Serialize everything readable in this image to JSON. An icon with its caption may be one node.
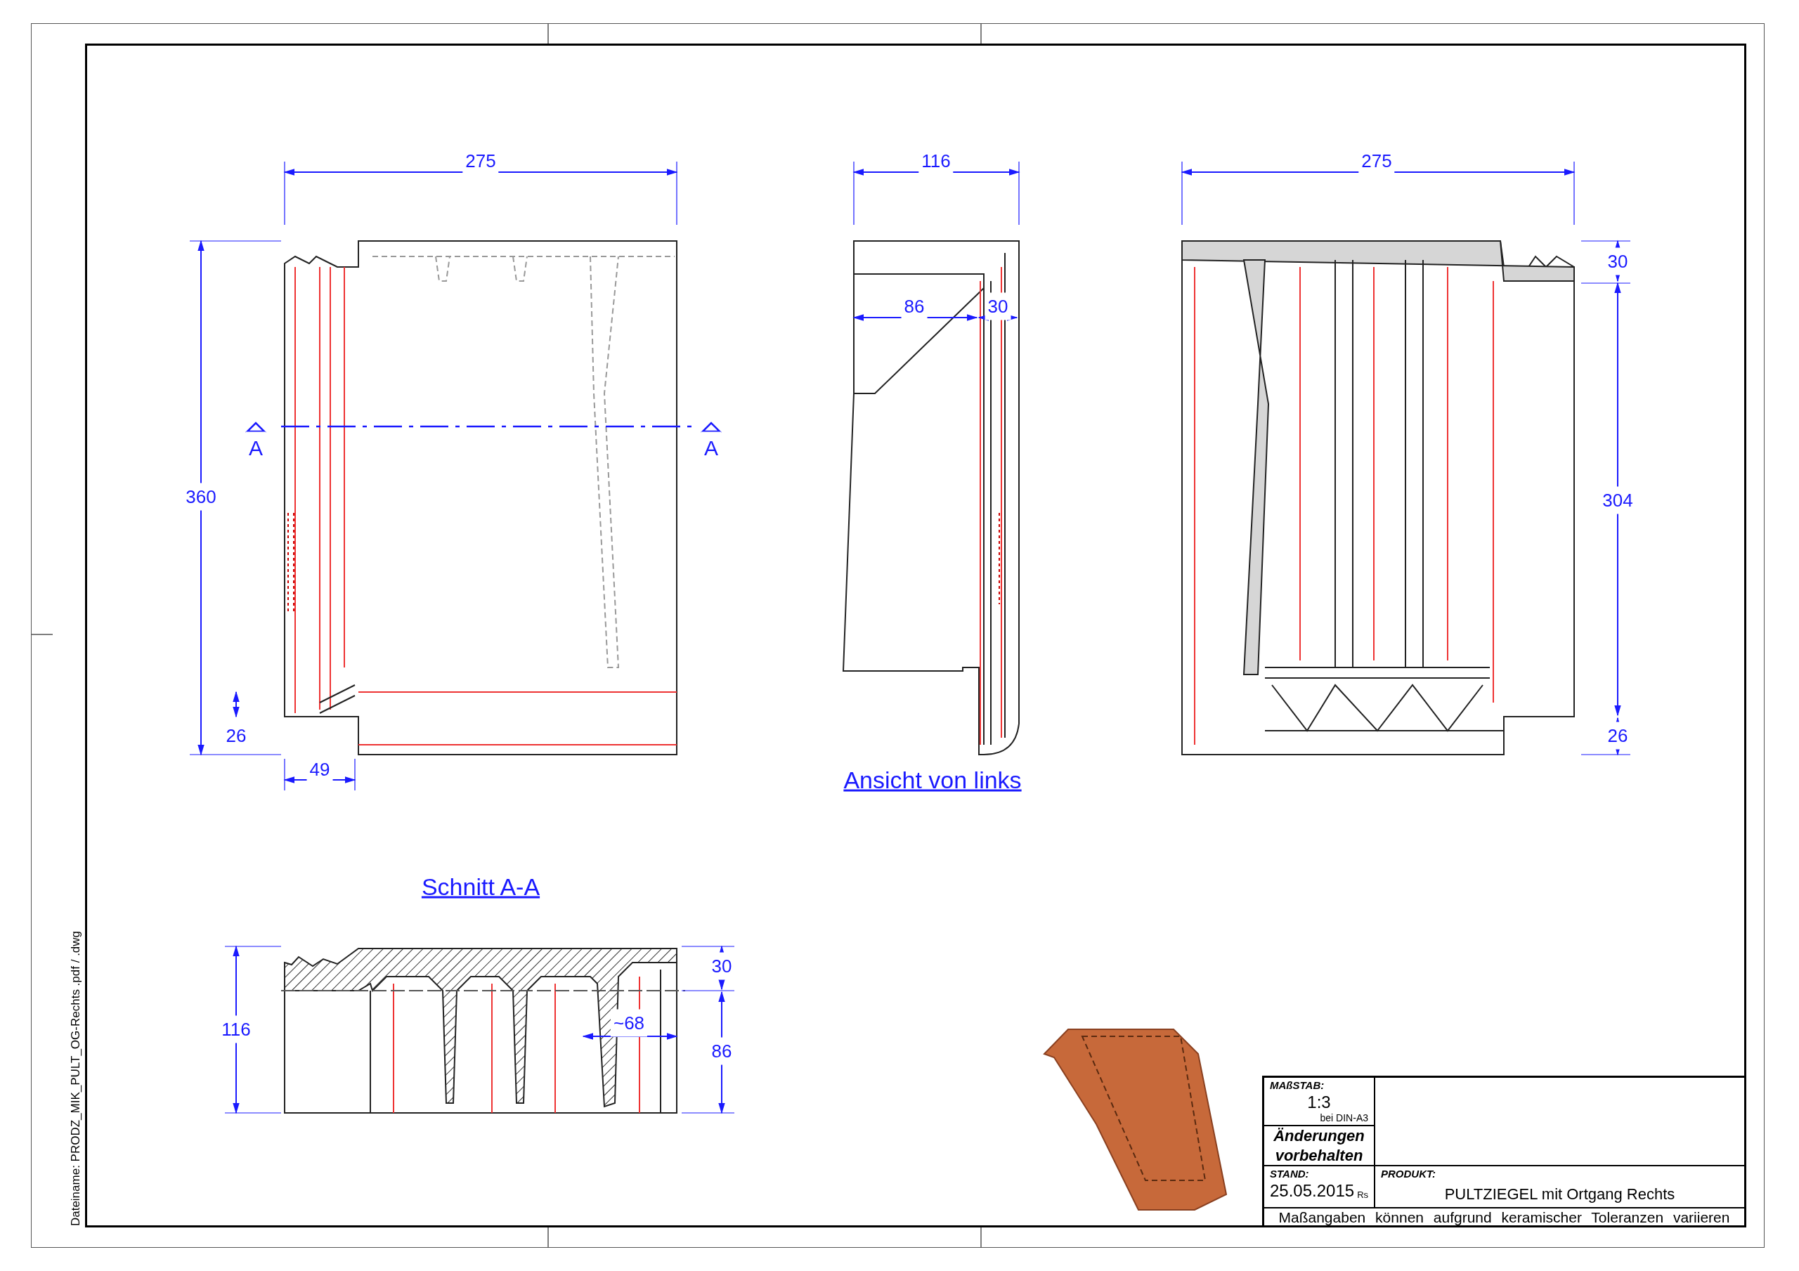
{
  "diagram": {
    "labels": [
      "275",
      "360",
      "A",
      "A",
      "26",
      "49",
      "116",
      "86",
      "30",
      "Ansicht von links",
      "275",
      "30",
      "304",
      "26",
      "Schnitt A-A",
      "116",
      "30",
      "~68",
      "86",
      "MAßSTAB:",
      "1:3",
      "bei DIN-A3",
      "Änderungen vorbehalten",
      "STAND:",
      "25.05.2015",
      "Rs",
      "PRODUKT:",
      "PULTZIEGEL mit Ortgang Rechts",
      "Maßangaben können aufgrund keramischer Toleranzen variieren",
      "Dateiname: PRODZ_MIK_PULT_OG-Rechts .pdf / .dwg"
    ]
  }
}
